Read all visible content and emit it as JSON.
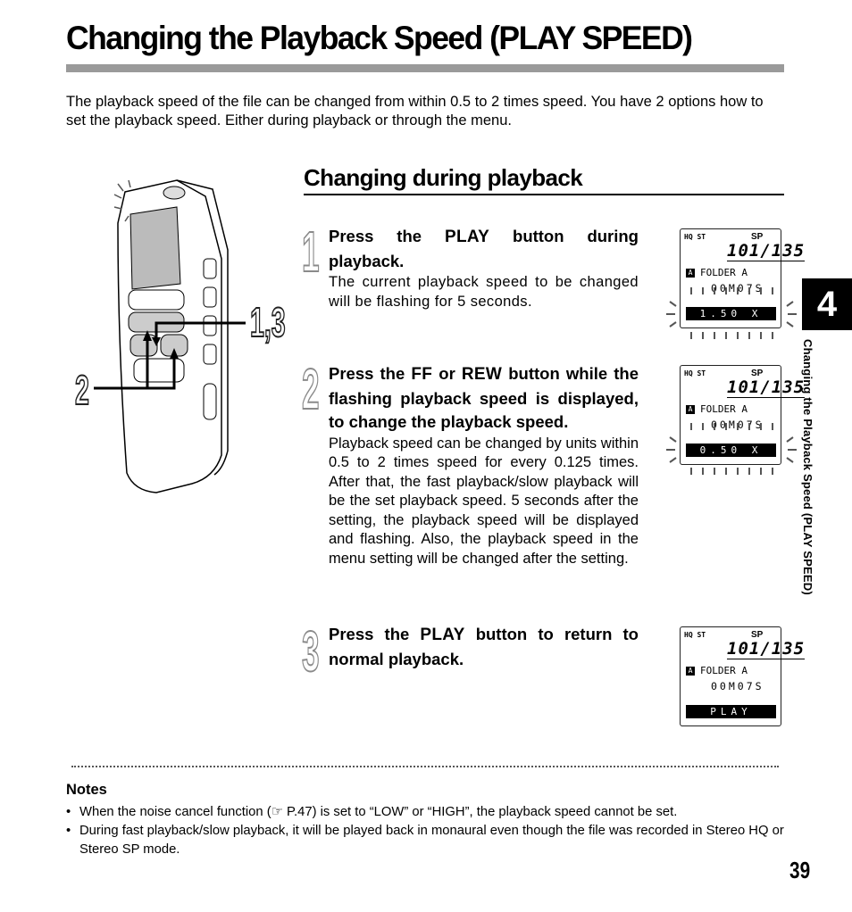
{
  "page": {
    "title": "Changing the Playback Speed (PLAY SPEED)",
    "intro": "The playback speed of the file can be changed from within 0.5 to 2 times speed. You have 2 options how to set the playback speed. Either during playback or through the menu.",
    "section_heading": "Changing during playback",
    "chapter_tab": "4",
    "side_text": "Changing the Playback Speed (PLAY SPEED)",
    "page_number": "39"
  },
  "illustration": {
    "callout_a": "2",
    "callout_b": "1,3"
  },
  "steps": [
    {
      "number": "1",
      "title_pre": "Press the ",
      "title_key": "PLAY",
      "title_post": " button during playback.",
      "body": "The current playback speed to be changed will be flashing for 5 seconds."
    },
    {
      "number": "2",
      "title_pre": "Press the ",
      "title_key": "FF",
      "title_mid": " or ",
      "title_key2": "REW",
      "title_post": " button while the flashing playback speed is displayed, to change the playback speed.",
      "body": "Playback speed can be changed by units within 0.5 to 2 times speed for every 0.125 times. After that, the fast playback/slow playback will be the set playback speed. 5 seconds after the setting, the playback speed will be displayed and flashing. Also, the playback speed in the menu setting will be changed after the setting."
    },
    {
      "number": "3",
      "title_pre": "Press the ",
      "title_key": "PLAY",
      "title_post": " button to return to normal playback.",
      "body": ""
    }
  ],
  "displays": [
    {
      "icons": "HQ ST",
      "mode": "SP",
      "counter": "101/135",
      "folder_badge": "A",
      "folder": "FOLDER A",
      "time": "00M07S",
      "bar": "1.50 X",
      "flashing": true
    },
    {
      "icons": "HQ ST",
      "mode": "SP",
      "counter": "101/135",
      "folder_badge": "A",
      "folder": "FOLDER A",
      "time": "00M07S",
      "bar": "0.50 X",
      "flashing": true
    },
    {
      "icons": "HQ ST",
      "mode": "SP",
      "counter": "101/135",
      "folder_badge": "A",
      "folder": "FOLDER A",
      "time": "00M07S",
      "bar": "PLAY",
      "flashing": false
    }
  ],
  "notes": {
    "heading": "Notes",
    "items": [
      "When the noise cancel function (☞ P.47) is set to “LOW” or “HIGH”, the playback speed cannot be set.",
      "During fast playback/slow playback, it will be played back in monaural even though the file was recorded in Stereo HQ or Stereo SP mode."
    ]
  }
}
